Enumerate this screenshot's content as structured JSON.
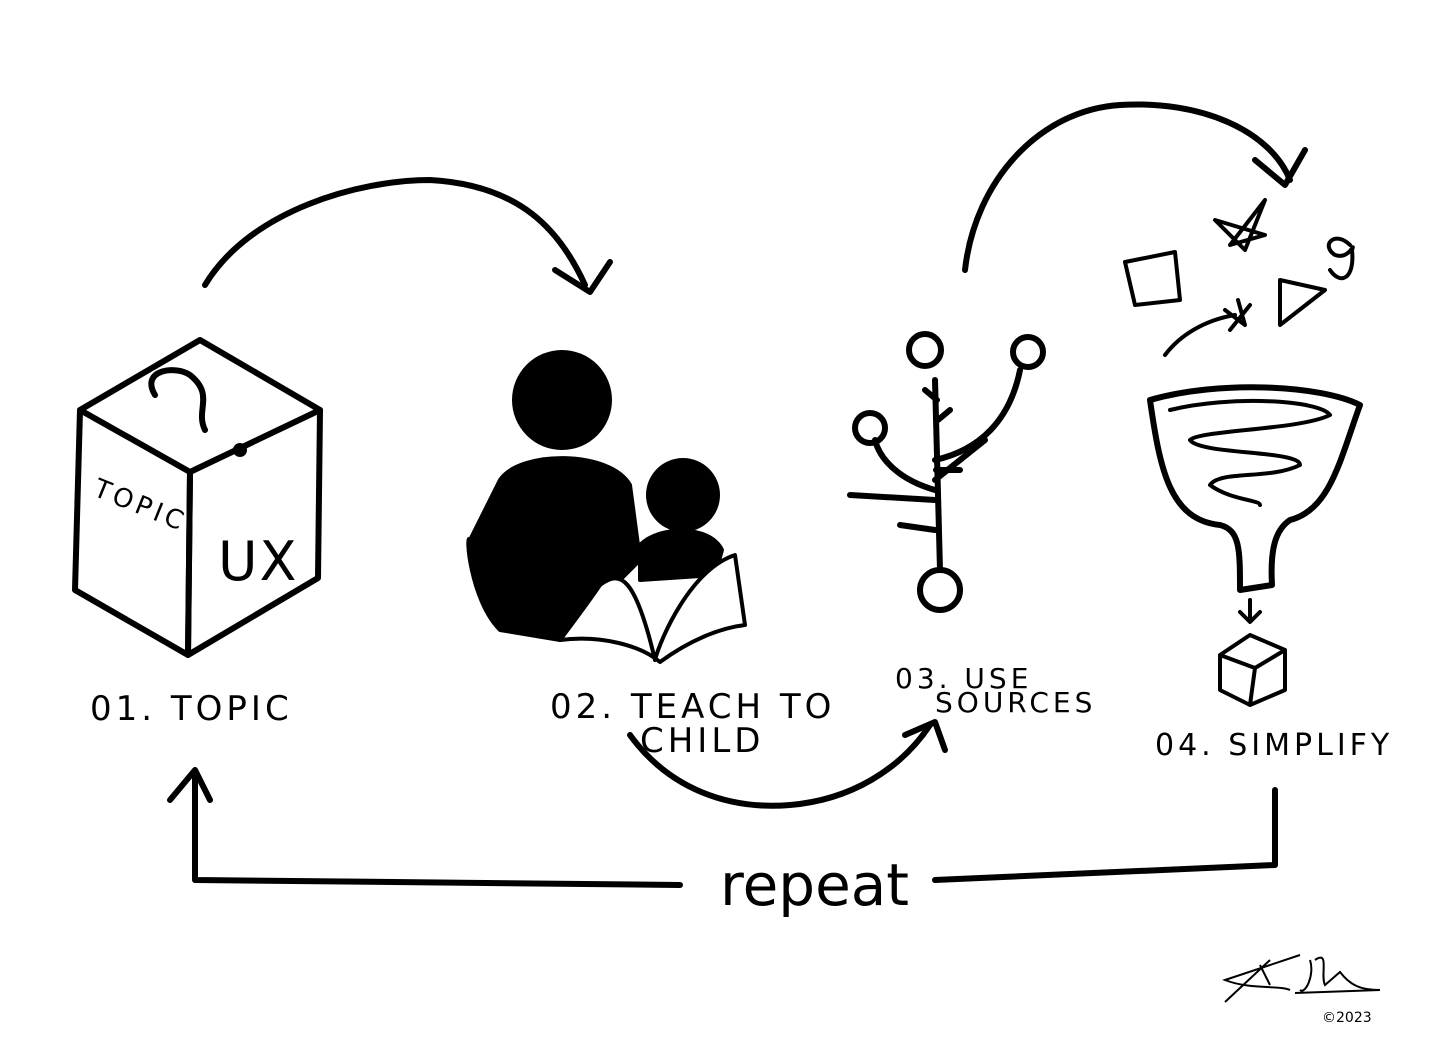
{
  "steps": [
    {
      "label": "01. TOPIC",
      "icon": "cube-question-icon",
      "cube_faces": [
        "TOPIC",
        "UX"
      ],
      "cube_top": "?"
    },
    {
      "label_line1": "02. TEACH TO",
      "label_line2": "CHILD",
      "icon": "adult-reading-to-child-icon"
    },
    {
      "label_line1": "03. USE",
      "label_line2": "SOURCES",
      "icon": "branching-tree-icon"
    },
    {
      "label": "04. SIMPLIFY",
      "icon": "funnel-icon"
    }
  ],
  "loop_label": "repeat",
  "signature": {
    "copyright": "©2023"
  },
  "colors": {
    "ink": "#000000",
    "background": "#ffffff"
  }
}
